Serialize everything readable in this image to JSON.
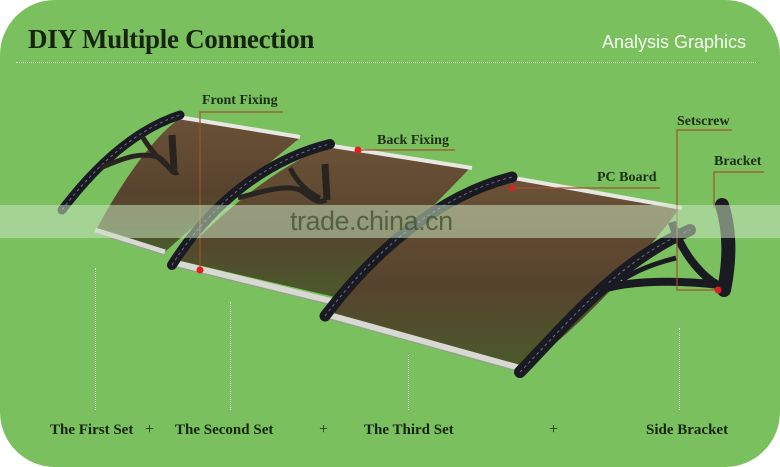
{
  "header": {
    "title": "DIY Multiple Connection",
    "subtitle": "Analysis Graphics"
  },
  "callouts": {
    "front_fixing": "Front Fixing",
    "back_fixing": "Back Fixing",
    "pc_board": "PC Board",
    "setscrew": "Setscrew",
    "bracket": "Bracket"
  },
  "watermark": "trade.china.cn",
  "bottom_labels": {
    "first_set": "The First Set",
    "second_set": "The Second Set",
    "third_set": "The Third Set",
    "side_bracket": "Side Bracket",
    "plus": "+"
  },
  "colors": {
    "background": "#7bc05f",
    "pc_board": "#5a4530",
    "frame": "#1a1a22",
    "callout_line": "#a0522d",
    "marker": "#e0201c",
    "edge_strip": "#d9d9d4"
  }
}
